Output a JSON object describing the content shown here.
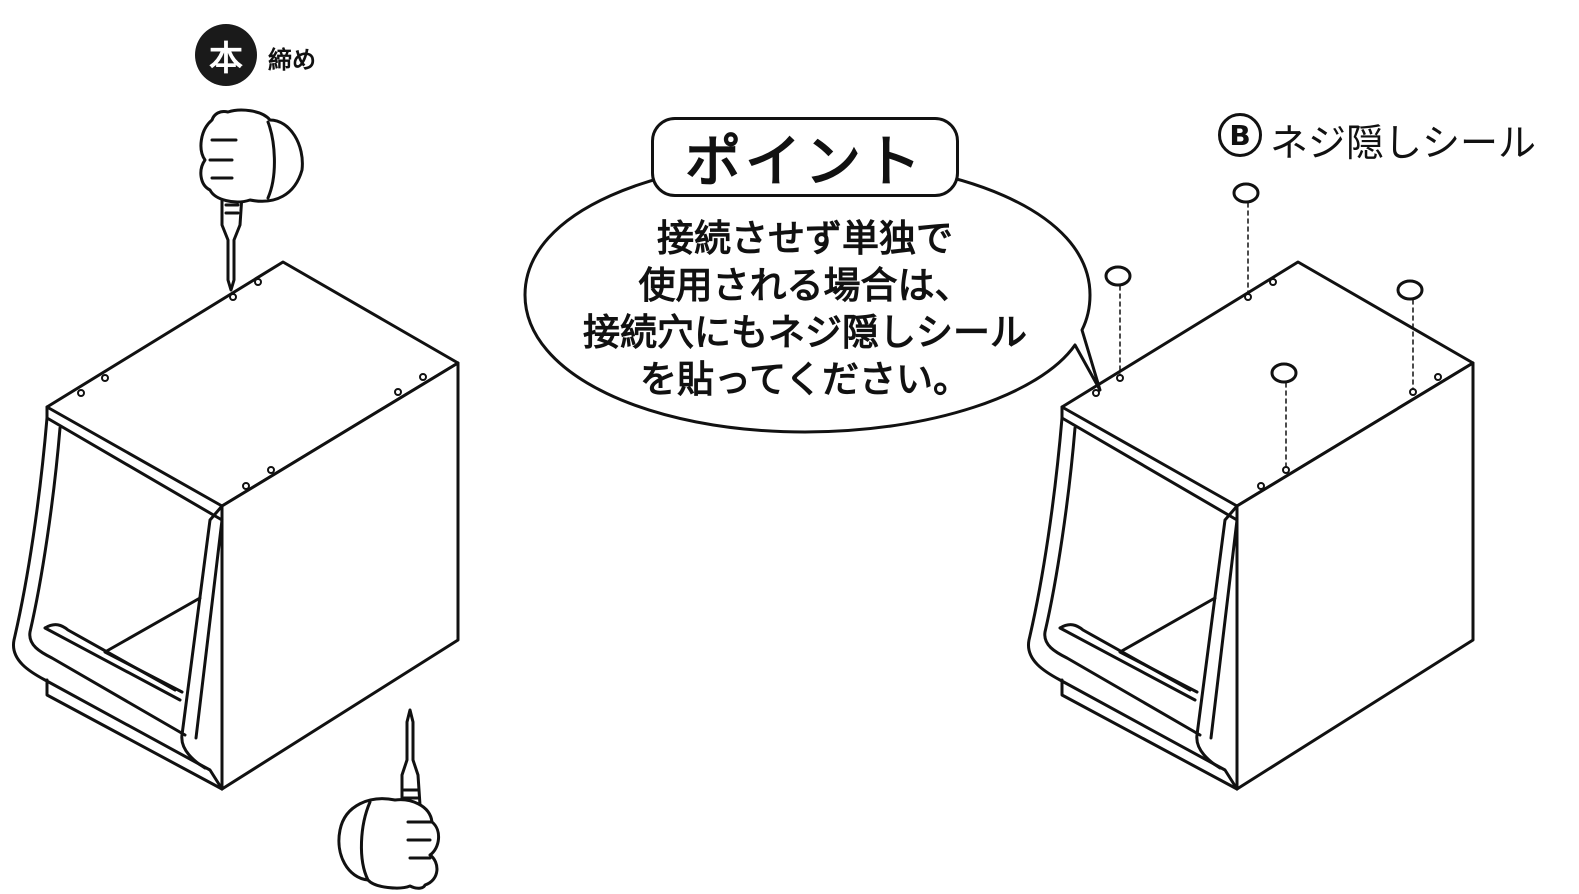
{
  "step": {
    "badge": "本",
    "label": "締め"
  },
  "point": {
    "title": "ポイント",
    "lines": [
      "接続させず単独で",
      "使用される場合は、",
      "接続穴にもネジ隠しシール",
      "を貼ってください。"
    ]
  },
  "part": {
    "letter": "B",
    "name": "ネジ隠しシール"
  }
}
